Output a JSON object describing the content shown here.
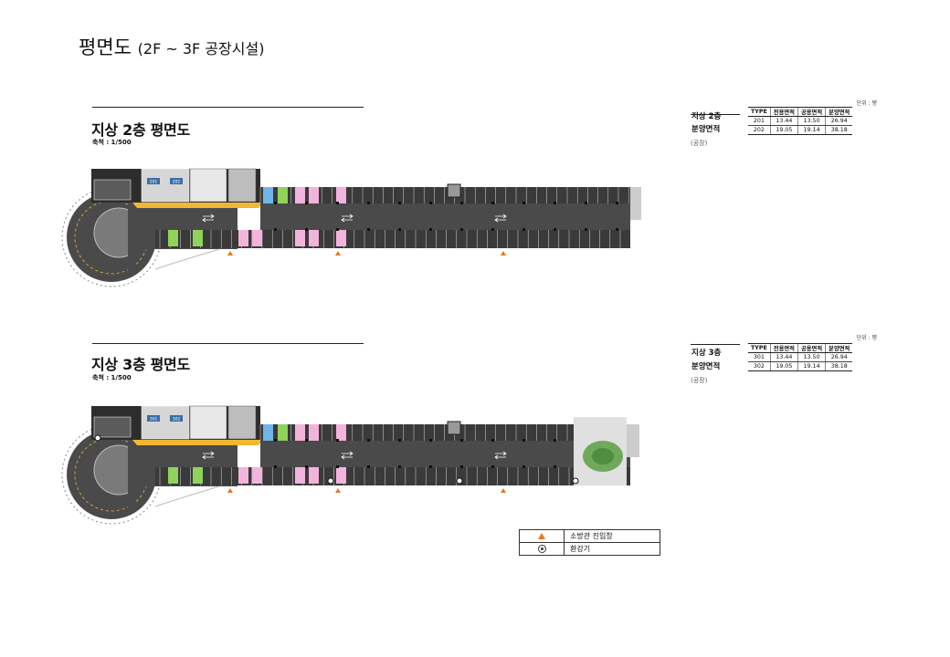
{
  "page": {
    "title": "평면도",
    "subtitle": "(2F ~ 3F 공장시설)"
  },
  "colors": {
    "road": "#4a4a4a",
    "road_dark": "#3a3a3a",
    "stall": "#5b5b5b",
    "core": "#d6d6d6",
    "hatch": "#f2b630",
    "pink": "#f2b3dc",
    "green": "#8fd35a",
    "blue": "#6fb6e8",
    "triangle": "#e8761e",
    "landscape": "#6fa85a"
  },
  "floors": [
    {
      "id": "2f",
      "title": "지상 2층 평면도",
      "scale": "축척 : 1/500",
      "units": [
        "201",
        "202"
      ],
      "area": {
        "unit_note": "단위 : 평",
        "heading_line1": "지상 2층",
        "heading_line2": "분양면적",
        "heading_line3": "(공장)",
        "columns": [
          "TYPE",
          "전용면적",
          "공용면적",
          "분양면적"
        ],
        "rows": [
          [
            "201",
            "13.44",
            "13.50",
            "26.94"
          ],
          [
            "202",
            "19.05",
            "19.14",
            "38.18"
          ]
        ]
      }
    },
    {
      "id": "3f",
      "title": "지상 3층 평면도",
      "scale": "축척 : 1/500",
      "units": [
        "301",
        "302"
      ],
      "area": {
        "unit_note": "단위 : 평",
        "heading_line1": "지상 3층",
        "heading_line2": "분양면적",
        "heading_line3": "(공장)",
        "columns": [
          "TYPE",
          "전용면적",
          "공용면적",
          "분양면적"
        ],
        "rows": [
          [
            "301",
            "13.44",
            "13.50",
            "26.94"
          ],
          [
            "302",
            "19.05",
            "19.14",
            "38.18"
          ]
        ]
      }
    }
  ],
  "legend": [
    {
      "icon": "triangle-icon",
      "label": "소방관 진입창"
    },
    {
      "icon": "ventilator-icon",
      "label": "환강기"
    }
  ]
}
